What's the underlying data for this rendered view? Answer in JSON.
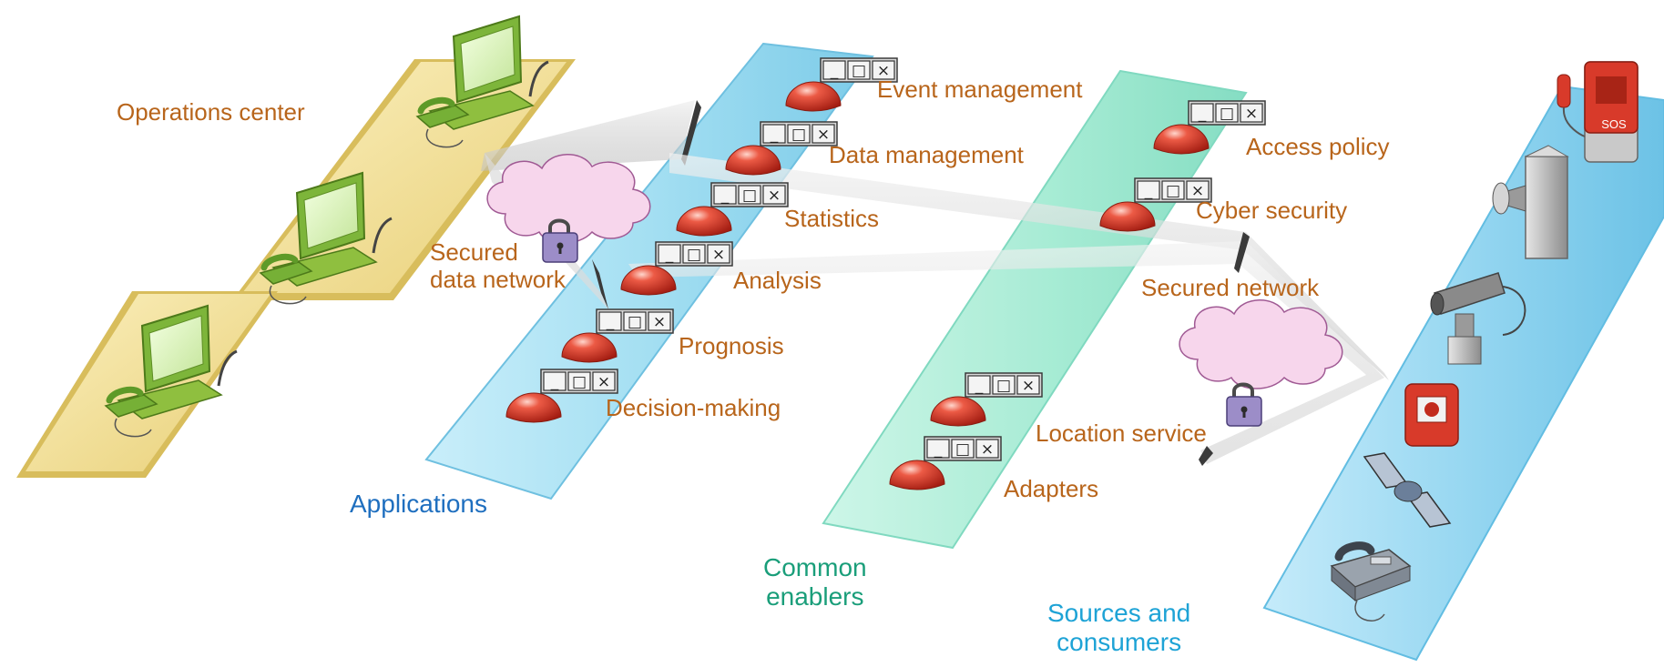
{
  "colors": {
    "label": "#b8651b",
    "applications": "#1f6fbf",
    "enablers": "#1a9e7a",
    "sources": "#1ea3d6",
    "ops_platform": "#f0dc8f",
    "apps_platform": "#9fdcf0",
    "enablers_platform": "#a3ecd2",
    "sources_platform": "#8fd4f0",
    "app_dome": "#d83a2a",
    "cloud": "#f6d4ea",
    "lock": "#9a8ac4"
  },
  "operations": {
    "label": "Operations center",
    "workstations": [
      "workstation-icon",
      "workstation-icon",
      "workstation-icon"
    ]
  },
  "layers": {
    "applications": {
      "label": "Applications",
      "items": [
        "Event management",
        "Data management",
        "Statistics",
        "Analysis",
        "Prognosis",
        "Decision-making"
      ]
    },
    "enablers": {
      "label_line1": "Common",
      "label_line2": "enablers",
      "items": [
        "Access policy",
        "Cyber security",
        "Location service",
        "Adapters"
      ]
    },
    "sources": {
      "label_line1": "Sources and",
      "label_line2": "consumers",
      "sos_text": "SOS",
      "devices": [
        "sos-phone-icon",
        "loudspeaker-icon",
        "camera-icon",
        "fire-alarm-icon",
        "satellite-icon",
        "telephone-icon"
      ]
    }
  },
  "networks": {
    "data_network_line1": "Secured",
    "data_network_line2": "data network",
    "secured_network": "Secured network"
  },
  "window_controls": {
    "minimize": "_",
    "maximize": "□",
    "close": "×"
  }
}
